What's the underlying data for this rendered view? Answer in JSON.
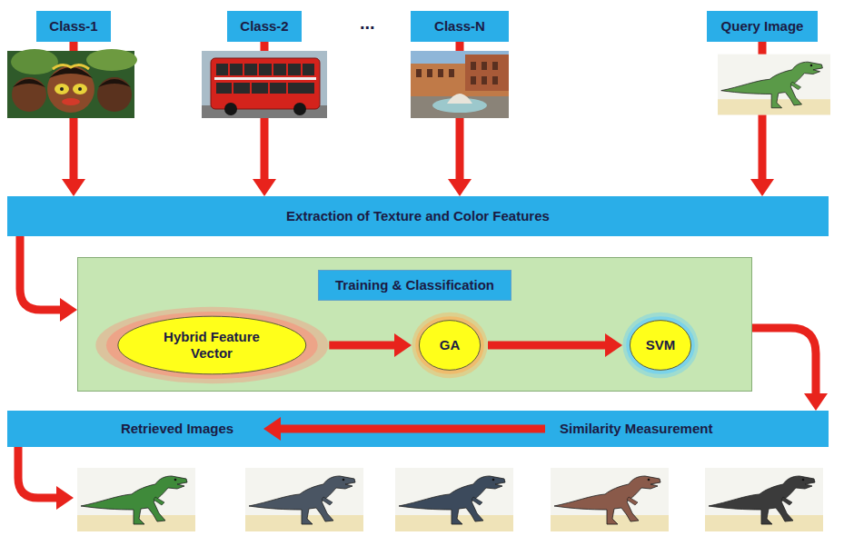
{
  "diagram": {
    "nodes": [
      {
        "text": [
          "Class-1"
        ]
      },
      {
        "text": [
          "Class-2"
        ]
      },
      {
        "text": [
          "Class-N"
        ]
      },
      {
        "text": [
          "Query Image"
        ]
      },
      {
        "text": [
          "Extraction of Texture and Color Features"
        ]
      },
      {
        "text": [
          "Training & Classification"
        ]
      },
      {
        "text": [
          "Hybrid Feature Vector"
        ],
        "in": 5
      },
      {
        "text": [
          "GA"
        ],
        "in": 5
      },
      {
        "text": [
          "SVM"
        ],
        "in": 5
      },
      {
        "text": [
          "Retrieved Images"
        ]
      },
      {
        "text": [
          "Similarity Measurement"
        ]
      }
    ],
    "edges": [
      {
        "from": 0,
        "to": 4,
        "arrow": "to"
      },
      {
        "from": 1,
        "to": 4,
        "arrow": "to"
      },
      {
        "from": 2,
        "to": 4,
        "arrow": "to"
      },
      {
        "from": 3,
        "to": 4,
        "arrow": "to"
      },
      {
        "from": 4,
        "to": 5,
        "arrow": "to"
      },
      {
        "from": 6,
        "to": 7,
        "arrow": "to"
      },
      {
        "from": 7,
        "to": 8,
        "arrow": "to"
      },
      {
        "from": 5,
        "to": 10,
        "arrow": "to"
      },
      {
        "from": 10,
        "to": 9,
        "arrow": "to"
      }
    ],
    "labels": [
      "..."
    ]
  }
}
